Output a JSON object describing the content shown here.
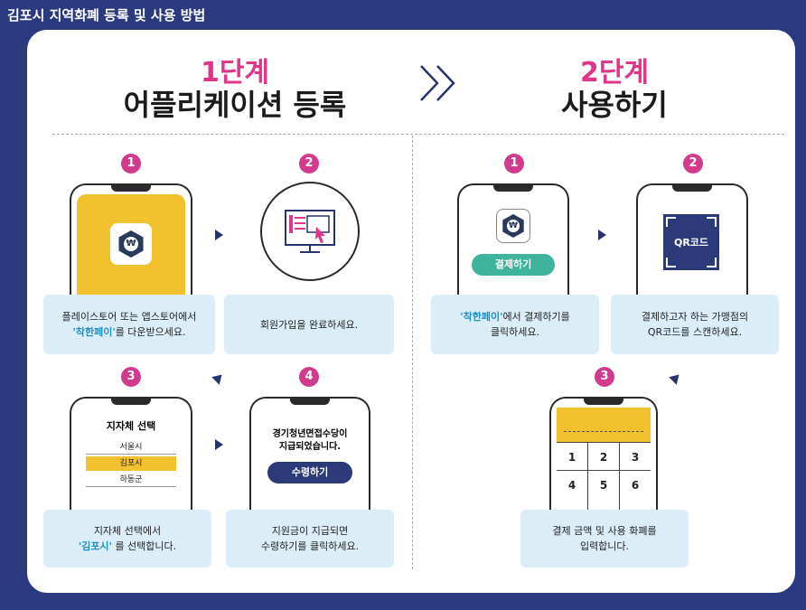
{
  "page_title": "김포시 지역화폐 등록 및 사용 방법",
  "stage1": {
    "label": "1단계",
    "title": "어플리케이션 등록",
    "steps": [
      {
        "num": "1",
        "caption_line1": "플레이스토어 또는 앱스토어에서",
        "caption_hl": "'착한페이'",
        "caption_rest": "를 다운받으세요."
      },
      {
        "num": "2",
        "caption": "회원가입을 완료하세요."
      },
      {
        "num": "3",
        "screen_title": "지자체 선택",
        "options": [
          "서울시",
          "김포시",
          "하동군"
        ],
        "caption_line1": "지자체 선택에서",
        "caption_hl": "'김포시'",
        "caption_rest": "를 선택합니다."
      },
      {
        "num": "4",
        "screen_text_1": "경기청년면접수당이",
        "screen_text_2": "지급되었습니다.",
        "button": "수령하기",
        "caption_line1": "지원금이 지급되면",
        "caption_line2": "수령하기를 클릭하세요."
      }
    ]
  },
  "stage2": {
    "label": "2단계",
    "title": "사용하기",
    "steps": [
      {
        "num": "1",
        "button": "결제하기",
        "caption_hl": "'착한페이'",
        "caption_rest": "에서 결제하기를",
        "caption_line2": "클릭하세요."
      },
      {
        "num": "2",
        "qr_label": "QR코드",
        "caption_line1": "결제하고자 하는 가맹점의",
        "caption_line2": "QR코드를 스캔하세요."
      },
      {
        "num": "3",
        "keypad": [
          "1",
          "2",
          "3",
          "4",
          "5",
          "6"
        ],
        "caption_line1": "결제 금액 및 사용 화폐를",
        "caption_line2": "입력합니다."
      }
    ]
  },
  "colors": {
    "background": "#2b3a7e",
    "accent_pink": "#e0358a",
    "app_yellow": "#f2c12e",
    "caption_bg": "#dbeef8",
    "button_navy": "#2c3a7a",
    "button_teal": "#3fb39b"
  }
}
